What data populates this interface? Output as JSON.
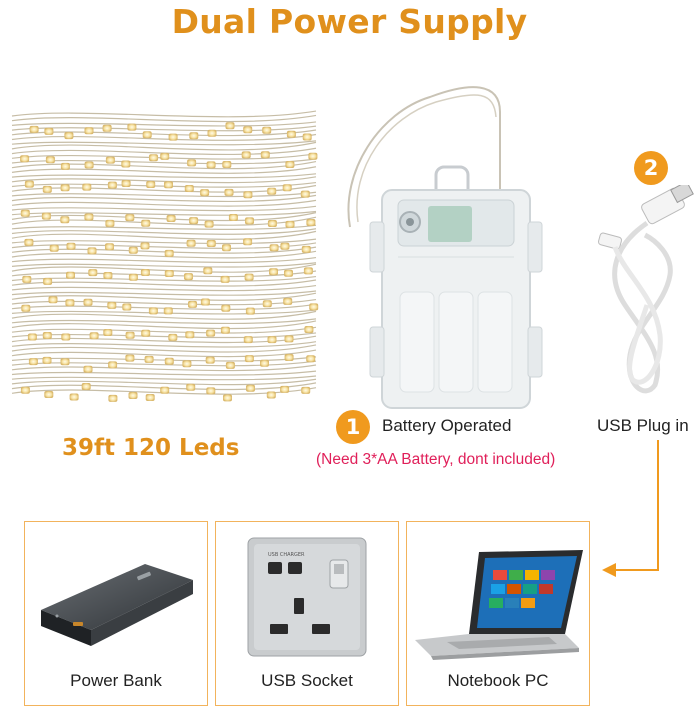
{
  "title": "Dual Power Supply",
  "length_label": "39ft 120 Leds",
  "options": [
    {
      "number": "1",
      "label": "Battery Operated"
    },
    {
      "number": "2",
      "label": "USB Plug in"
    }
  ],
  "battery_note": "(Need 3*AA Battery, dont included)",
  "power_sources": [
    {
      "label": "Power Bank"
    },
    {
      "label": "USB Socket"
    },
    {
      "label": "Notebook PC"
    }
  ],
  "socket_brand": "USB CHARGER",
  "colors": {
    "accent": "#e0901c",
    "badge": "#f09a1e",
    "note": "#e0205a",
    "panel_border": "#f2b35c"
  },
  "icons": [
    "fairy-light-coil",
    "battery-box",
    "usb-cable",
    "power-bank",
    "usb-wall-socket",
    "laptop"
  ]
}
